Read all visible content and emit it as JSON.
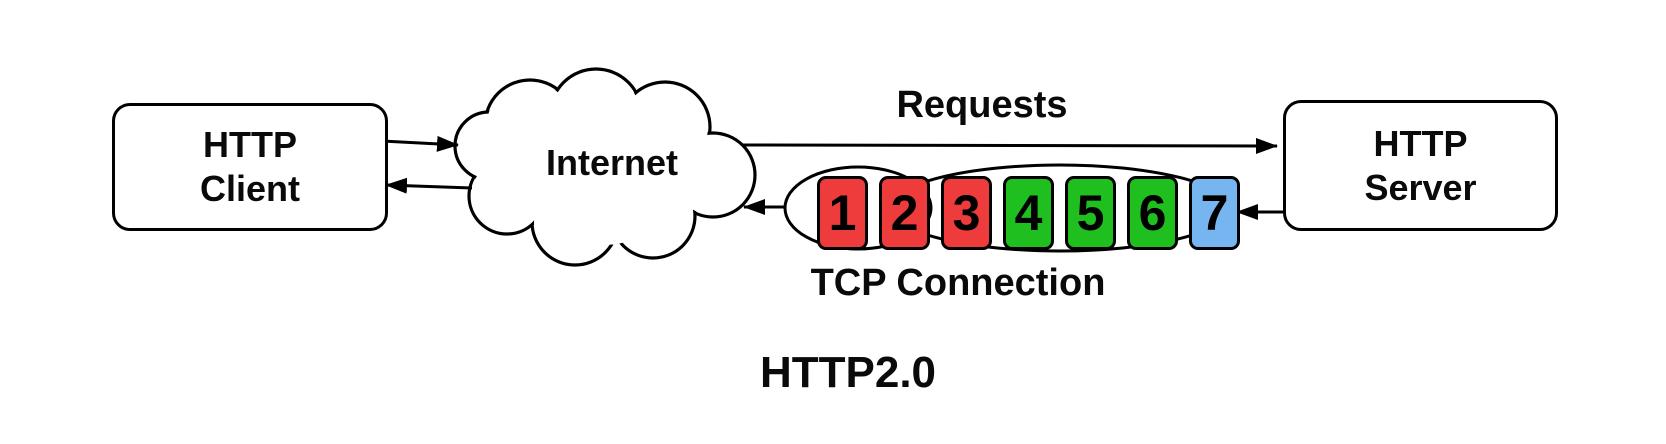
{
  "title": {
    "label": "HTTP2.0"
  },
  "client": {
    "label": "HTTP\nClient"
  },
  "internet": {
    "label": "Internet"
  },
  "server": {
    "label": "HTTP\nServer"
  },
  "requests": {
    "label": "Requests"
  },
  "tcp": {
    "label": "TCP Connection",
    "packets": [
      {
        "label": "1",
        "color": "#ee3b3b"
      },
      {
        "label": "2",
        "color": "#ee3b3b"
      },
      {
        "label": "3",
        "color": "#ee3b3b"
      },
      {
        "label": "4",
        "color": "#1fbf1f"
      },
      {
        "label": "5",
        "color": "#1fbf1f"
      },
      {
        "label": "6",
        "color": "#1fbf1f"
      },
      {
        "label": "7",
        "color": "#77b5f0"
      }
    ]
  },
  "colors": {
    "stroke": "#000000",
    "background": "#ffffff",
    "packet_red": "#ee3b3b",
    "packet_green": "#1fbf1f",
    "packet_blue": "#77b5f0"
  }
}
